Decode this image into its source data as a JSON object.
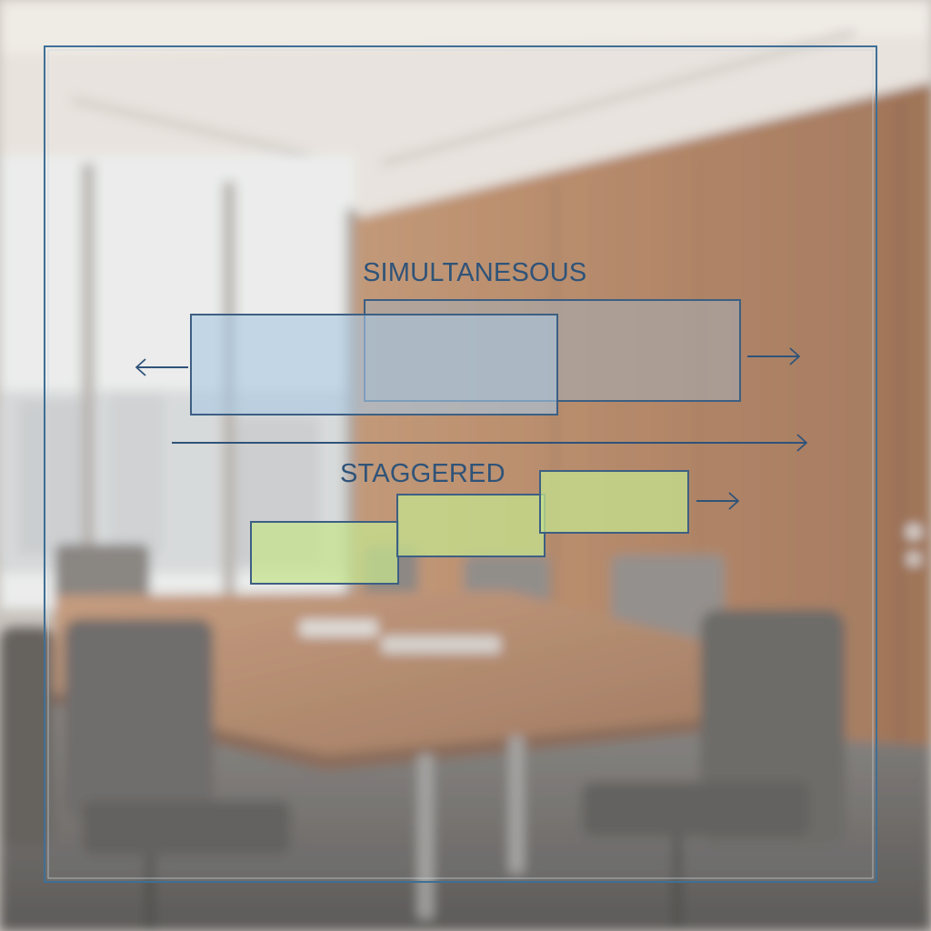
{
  "background": {
    "scene": "blurred office conference room with windows, wood-panelled wall, table and chairs",
    "colors": {
      "wall_wood": "#a26a43",
      "ceiling": "#e3ddd6",
      "window": "#e6e8e7",
      "table": "#9b6744",
      "chair": "#55504c"
    }
  },
  "diagram": {
    "frame_color": "#3f6f96",
    "line_color": "#2f5379",
    "simultaneous": {
      "label": "SIMULTANESOUS",
      "box_colors": [
        "#a9c8e3",
        "#a6aeb8"
      ]
    },
    "staggered": {
      "label": "STAGGERED",
      "box_color": "#c6e38e"
    }
  }
}
